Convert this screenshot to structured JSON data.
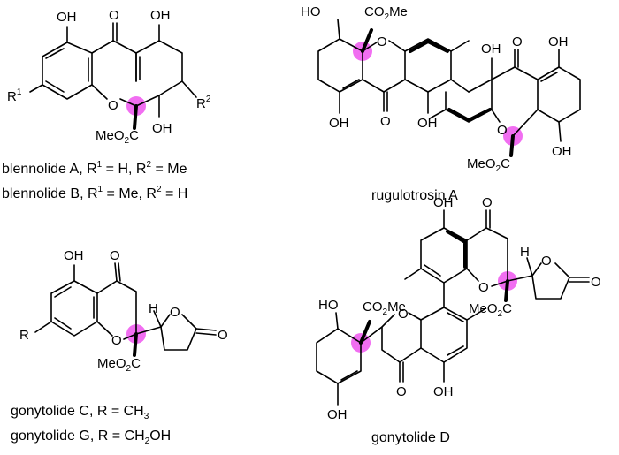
{
  "compounds": {
    "blennolide": {
      "atoms": {
        "oh_left": "OH",
        "o_carbonyl": "O",
        "oh_right": "OH",
        "r1": "R",
        "r1_sup": "1",
        "r2": "R",
        "r2_sup": "2",
        "o_ring": "O",
        "ester": "MeO",
        "ester_sub": "2",
        "ester_c": "C",
        "oh_bottom": "OH"
      },
      "caption_a": "blennolide A, R",
      "caption_a_sup1": "1",
      "caption_a_mid": " = H, R",
      "caption_a_sup2": "2",
      "caption_a_end": " = Me",
      "caption_b": "blennolide B, R",
      "caption_b_sup1": "1",
      "caption_b_mid": " = Me, R",
      "caption_b_sup2": "2",
      "caption_b_end": " = H"
    },
    "rugulotrosin": {
      "atoms": {
        "ho_top": "HO",
        "co2me_top": "CO",
        "co2me_top_sub": "2",
        "co2me_top_me": "Me",
        "o_ring_top": "O",
        "oh_left_bottom": "OH",
        "o_carb_left": "O",
        "oh_mid_left": "OH",
        "oh_top_right": "OH",
        "o_carb_right": "O",
        "oh_right_top": "OH",
        "o_ring_right": "O",
        "meo2c": "MeO",
        "meo2c_sub": "2",
        "meo2c_c": "C",
        "oh_right_bottom": "OH"
      },
      "caption": "rugulotrosin A"
    },
    "gonytolide_c": {
      "atoms": {
        "oh": "OH",
        "o_carbonyl": "O",
        "h": "H",
        "o_lactone_ring": "O",
        "o_lactone_carb": "O",
        "r": "R",
        "o_ring": "O",
        "ester": "MeO",
        "ester_sub": "2",
        "ester_c": "C"
      },
      "caption_c": "gonytolide C, R = CH",
      "caption_c_sub": "3",
      "caption_g": "gonytolide G, R = CH",
      "caption_g_sub": "2",
      "caption_g_end": "OH"
    },
    "gonytolide_d": {
      "atoms": {
        "oh_top": "OH",
        "o_carb_top": "O",
        "o_ring_top": "O",
        "h": "H",
        "o_lac_ring": "O",
        "o_lac_carb": "O",
        "meo2c": "MeO",
        "meo2c_sub": "2",
        "meo2c_c": "C",
        "ho": "HO",
        "co2me": "CO",
        "co2me_sub": "2",
        "co2me_me": "Me",
        "o_ring_bottom": "O",
        "oh_bl": "OH",
        "o_carb_bottom": "O",
        "oh_br": "OH"
      },
      "caption": "gonytolide D"
    }
  },
  "colors": {
    "highlight": "#ee55ee",
    "ink": "#000000"
  }
}
